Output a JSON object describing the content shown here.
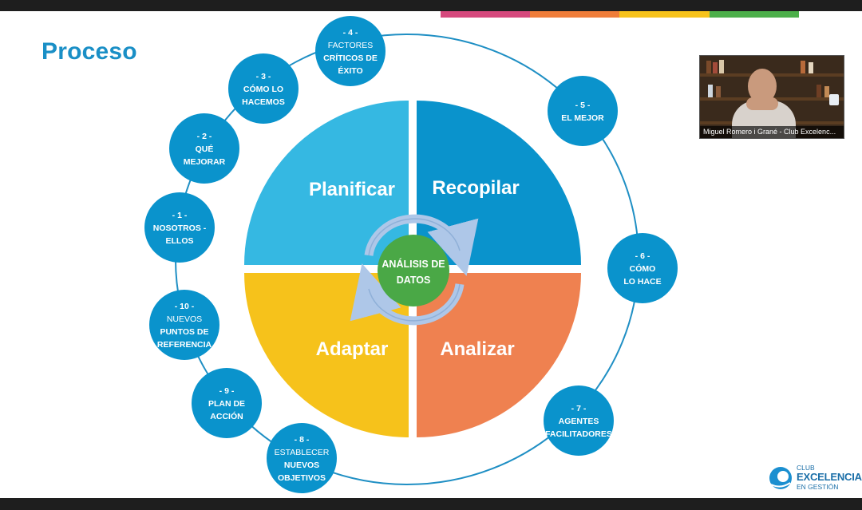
{
  "slide": {
    "title": "Proceso",
    "stripe_colors": [
      "#d5497d",
      "#ef7d3a",
      "#f6c21b",
      "#4caf4a"
    ]
  },
  "diagram": {
    "quadrants": [
      {
        "label": "Planificar",
        "color": "#35b8e2"
      },
      {
        "label": "Recopilar",
        "color": "#0a93cc"
      },
      {
        "label": "Adaptar",
        "color": "#f6c21b"
      },
      {
        "label": "Analizar",
        "color": "#ef8150"
      }
    ],
    "center": {
      "line1": "ANÁLISIS DE",
      "line2": "DATOS",
      "color": "#4aa846"
    },
    "step_color": "#0a93cc",
    "steps": [
      {
        "num": "- 1 -",
        "lines": [
          "NOSOTROS -",
          "ELLOS"
        ]
      },
      {
        "num": "- 2 -",
        "lines": [
          "QUÉ",
          "MEJORAR"
        ]
      },
      {
        "num": "- 3 -",
        "lines": [
          "CÓMO LO",
          "HACEMOS"
        ]
      },
      {
        "num": "- 4 -",
        "lines": [
          "FACTORES",
          "CRÍTICOS DE",
          "ÉXITO"
        ]
      },
      {
        "num": "- 5 -",
        "lines": [
          "EL MEJOR"
        ]
      },
      {
        "num": "- 6 -",
        "lines": [
          "CÓMO",
          "LO HACE"
        ]
      },
      {
        "num": "- 7 -",
        "lines": [
          "AGENTES",
          "FACILITADORES"
        ]
      },
      {
        "num": "- 8 -",
        "lines": [
          "ESTABLECER",
          "NUEVOS",
          "OBJETIVOS"
        ]
      },
      {
        "num": "- 9 -",
        "lines": [
          "PLAN DE",
          "ACCIÓN"
        ]
      },
      {
        "num": "- 10 -",
        "lines": [
          "NUEVOS",
          "PUNTOS DE",
          "REFERENCIA"
        ]
      }
    ]
  },
  "video": {
    "participant_name": "Miguel Romero i Grané - Club Excelenc..."
  },
  "logo": {
    "line1": "CLUB",
    "line2": "EXCELENCIA",
    "line3": "EN GESTIÓN"
  }
}
